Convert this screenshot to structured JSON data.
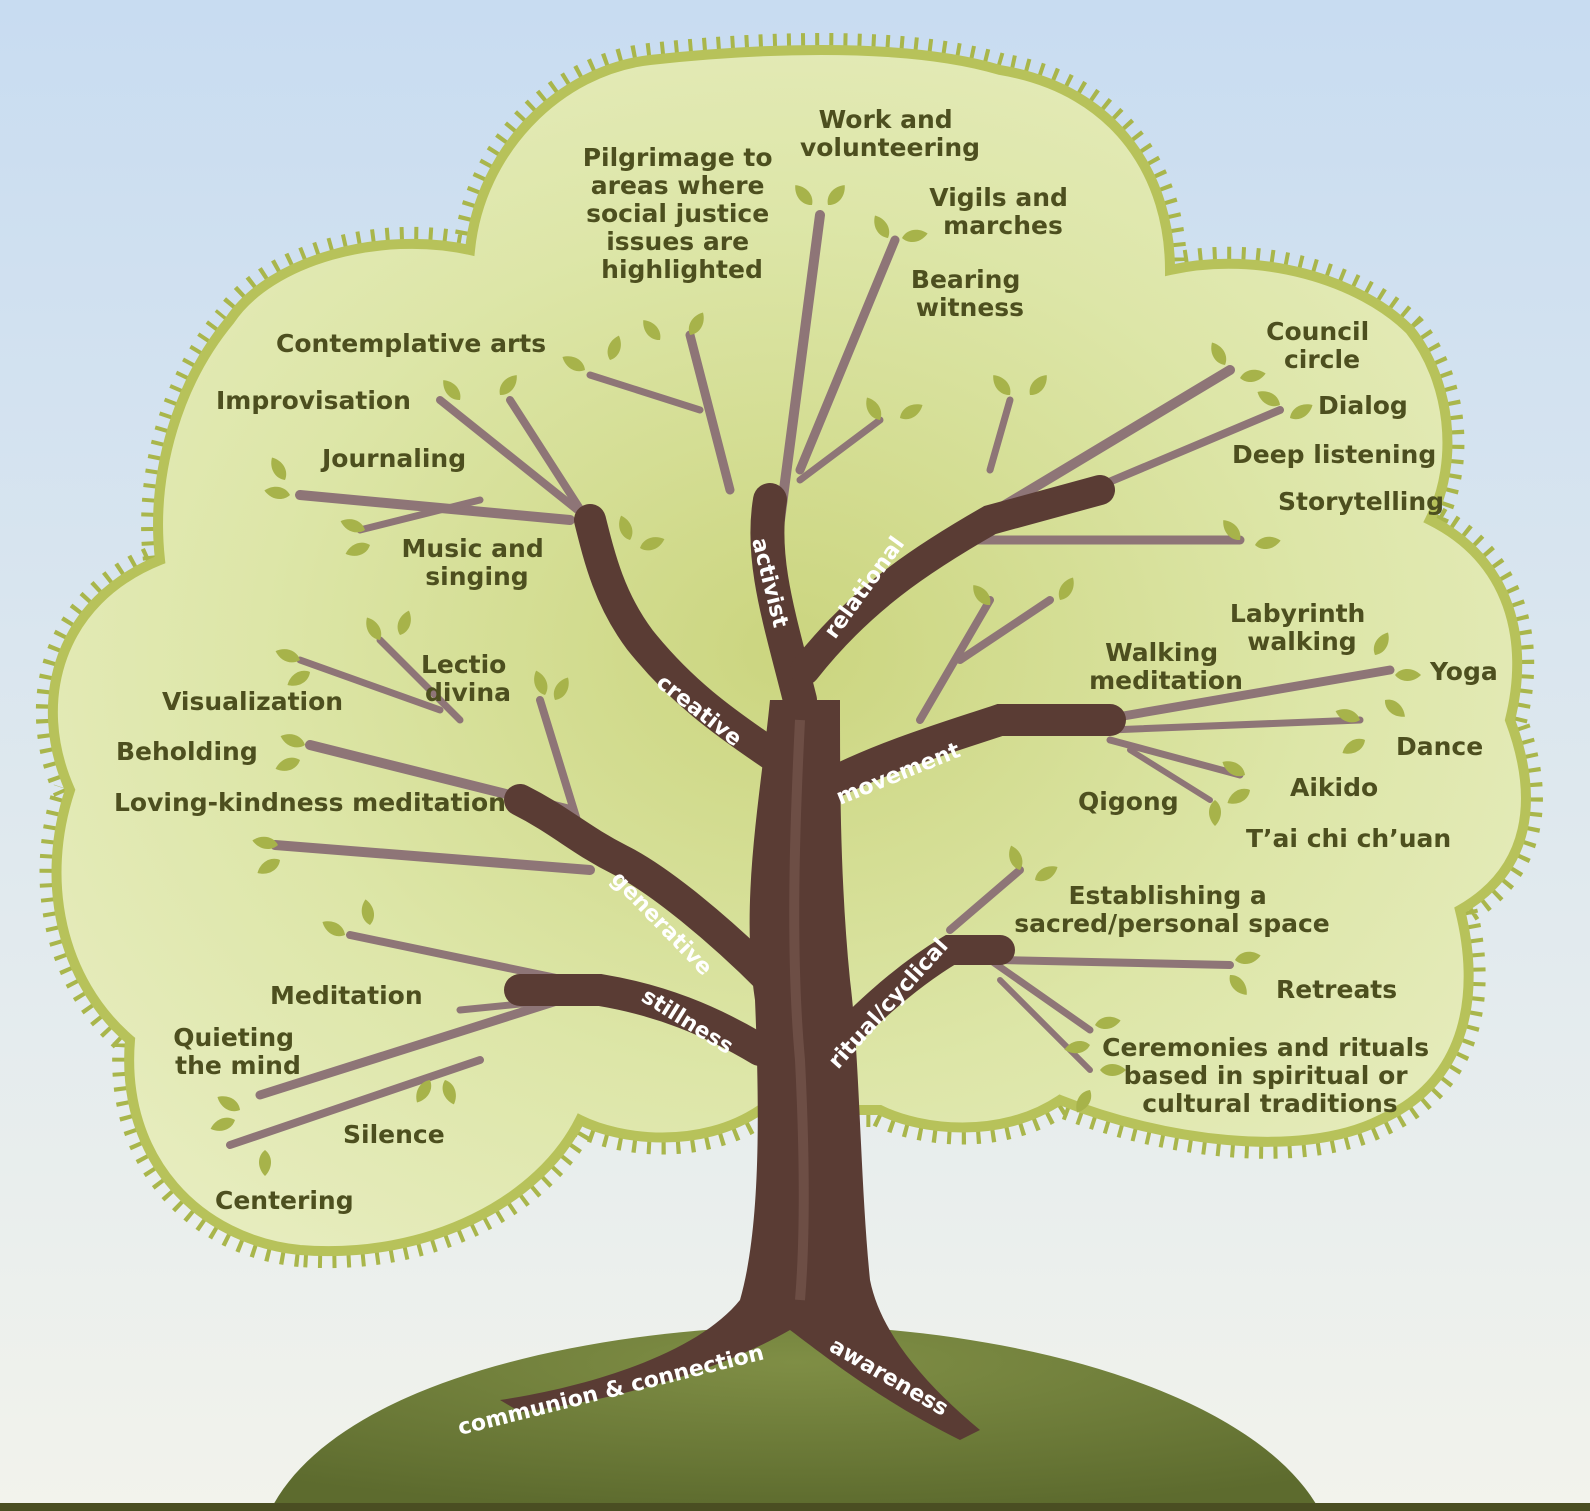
{
  "colors": {
    "sky_top": "#c8dcf1",
    "sky_bottom": "#f2f3ec",
    "canopy_fill": "#dde6a8",
    "canopy_edge": "#b7c25a",
    "canopy_spikes": "#a9b64b",
    "trunk": "#5a3c34",
    "twig": "#8e7577",
    "leaf": "#a7b34a",
    "hill": "#6e7d3a",
    "text": "#4d4f1f",
    "ground_line": "#4a4e22"
  },
  "branches": {
    "activist": "activist",
    "relational": "relational",
    "creative": "creative",
    "movement": "movement",
    "generative": "generative",
    "stillness": "stillness",
    "ritual": "ritual/cyclical"
  },
  "roots": {
    "communion": "communion & connection",
    "awareness": "awareness"
  },
  "practices": {
    "work_volunteering": [
      "Work and",
      "volunteering"
    ],
    "pilgrimage": [
      "Pilgrimage to",
      "areas where",
      "social justice",
      "issues are",
      "highlighted"
    ],
    "vigils": [
      "Vigils and",
      "marches"
    ],
    "bearing_witness": [
      "Bearing",
      "witness"
    ],
    "contemplative_arts": [
      "Contemplative arts"
    ],
    "improvisation": [
      "Improvisation"
    ],
    "journaling": [
      "Journaling"
    ],
    "music_singing": [
      "Music and",
      "singing"
    ],
    "council_circle": [
      "Council",
      "circle"
    ],
    "dialog": [
      "Dialog"
    ],
    "deep_listening": [
      "Deep listening"
    ],
    "storytelling": [
      "Storytelling"
    ],
    "labyrinth": [
      "Labyrinth",
      "walking"
    ],
    "walking_meditation": [
      "Walking",
      "meditation"
    ],
    "yoga": [
      "Yoga"
    ],
    "dance": [
      "Dance"
    ],
    "aikido": [
      "Aikido"
    ],
    "qigong": [
      "Qigong"
    ],
    "taichi": [
      "T’ai chi ch’uan"
    ],
    "lectio": [
      "Lectio",
      "divina"
    ],
    "visualization": [
      "Visualization"
    ],
    "beholding": [
      "Beholding"
    ],
    "loving_kindness": [
      "Loving-kindness meditation"
    ],
    "establishing_space": [
      "Establishing a",
      "sacred/personal space"
    ],
    "retreats": [
      "Retreats"
    ],
    "ceremonies": [
      "Ceremonies and rituals",
      "based in spiritual or",
      "cultural traditions"
    ],
    "meditation": [
      "Meditation"
    ],
    "quieting": [
      "Quieting",
      "the mind"
    ],
    "silence": [
      "Silence"
    ],
    "centering": [
      "Centering"
    ]
  }
}
